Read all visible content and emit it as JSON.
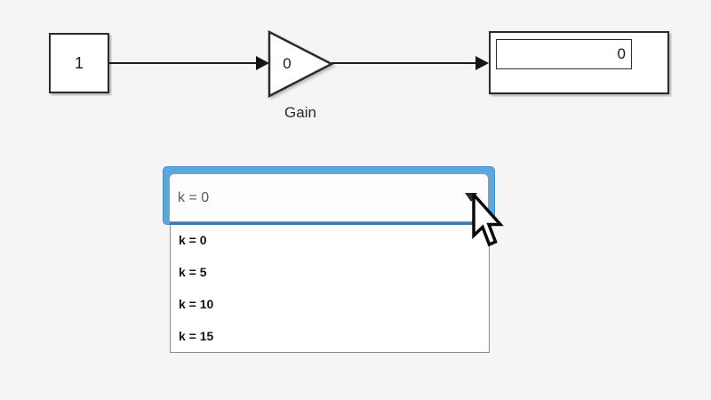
{
  "diagram": {
    "constant": {
      "value": "1"
    },
    "gain": {
      "value": "0",
      "label": "Gain"
    },
    "display": {
      "value": "0"
    }
  },
  "dropdown": {
    "value": "k = 0",
    "options": [
      "k = 0",
      "k = 5",
      "k = 10",
      "k = 15"
    ]
  },
  "colors": {
    "background": "#f5f5f5",
    "block_border": "#2b2b2b",
    "wire": "#1a1a1a",
    "focus_blue": "#5ca8de",
    "divider_blue": "#3a78b5",
    "combo_text": "#5a5a5a",
    "option_text": "#141414"
  },
  "icons": {
    "dropdown_caret": "caret-down",
    "cursor": "arrow-pointer"
  }
}
